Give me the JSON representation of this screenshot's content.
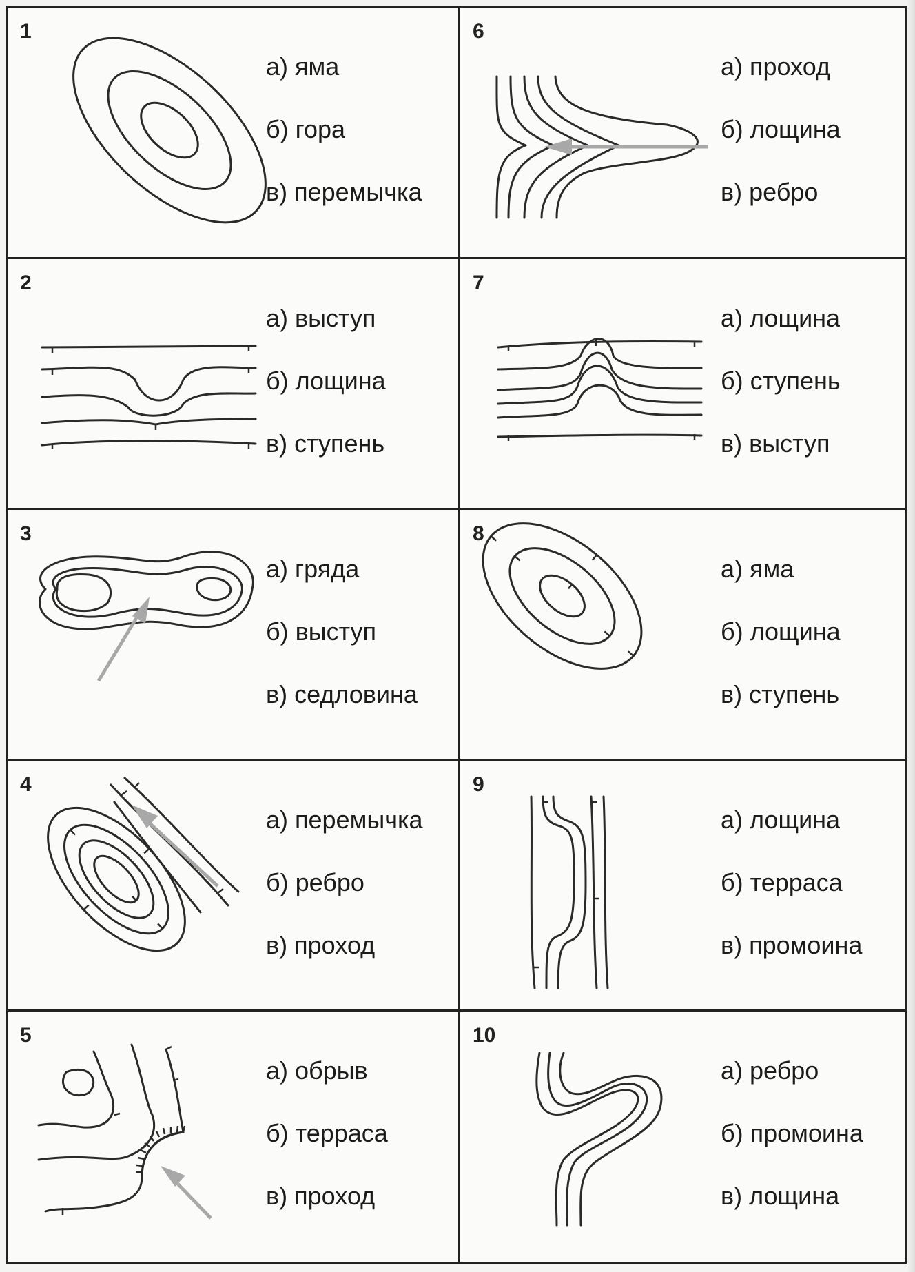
{
  "tasks": [
    {
      "number": "1",
      "options": [
        "а) яма",
        "б) гора",
        "в) перемычка"
      ]
    },
    {
      "number": "6",
      "options": [
        "а) проход",
        "б) лощина",
        "в) ребро"
      ]
    },
    {
      "number": "2",
      "options": [
        "а) выступ",
        "б) лощина",
        "в) ступень"
      ]
    },
    {
      "number": "7",
      "options": [
        "а) лощина",
        "б) ступень",
        "в) выступ"
      ]
    },
    {
      "number": "3",
      "options": [
        "а) гряда",
        "б) выступ",
        "в) седловина"
      ]
    },
    {
      "number": "8",
      "options": [
        "а) яма",
        "б) лощина",
        "в) ступень"
      ]
    },
    {
      "number": "4",
      "options": [
        "а) перемычка",
        "б) ребро",
        "в) проход"
      ]
    },
    {
      "number": "9",
      "options": [
        "а) лощина",
        "б) терраса",
        "в) промоина"
      ]
    },
    {
      "number": "5",
      "options": [
        "а) обрыв",
        "б) терраса",
        "в) проход"
      ]
    },
    {
      "number": "10",
      "options": [
        "а) ребро",
        "б) промоина",
        "в) лощина"
      ]
    }
  ]
}
